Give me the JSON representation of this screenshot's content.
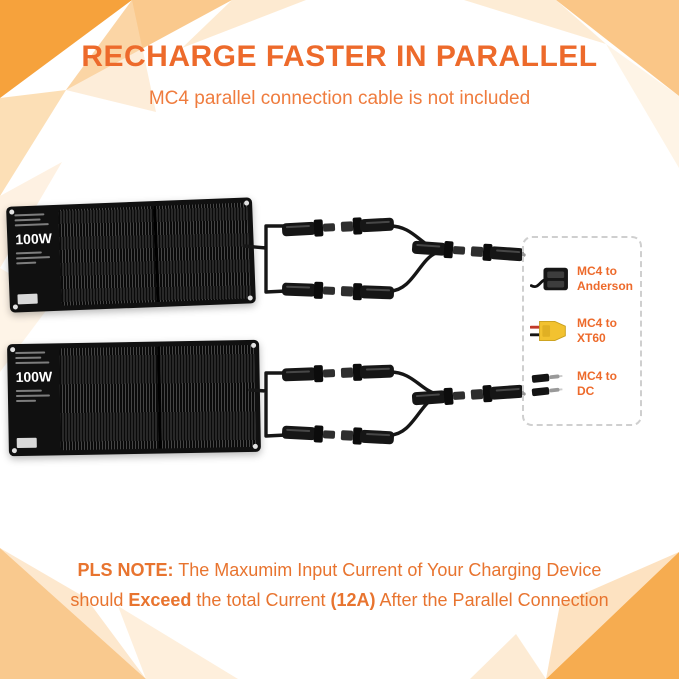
{
  "header": {
    "title": "RECHARGE FASTER IN PARALLEL",
    "subtitle": "MC4 parallel connection cable is not included"
  },
  "panels": [
    {
      "wattage": "100W"
    },
    {
      "wattage": "100W"
    }
  ],
  "adapters": {
    "items": [
      {
        "label": "MC4 to Anderson"
      },
      {
        "label": "MC4 to XT60"
      },
      {
        "label": "MC4 to DC"
      }
    ]
  },
  "note": {
    "label": "PLS NOTE:",
    "line1_rest": " The Maxumim Input Current of Your Charging Device",
    "line2_start": "should ",
    "bold_exceed": "Exceed",
    "line2_mid": " the total Current ",
    "bold_current": "(12A)",
    "line2_end": " After the Parallel Connection"
  },
  "icons": {
    "solar-panel": "black folded 100W solar panel",
    "mc4-connector-pair": "black MC4 male-female cable connectors",
    "anderson-connector": "black Anderson plug with pigtail",
    "xt60-connector": "yellow XT60 plug with red-black wires",
    "dc-plug": "two black DC barrel plugs"
  },
  "colors": {
    "accent": "#ED6A2B",
    "subtitle": "#EF7C3E",
    "note": "#E8742F",
    "xt60": "#F2C230",
    "panel": "#101010",
    "cable": "#161616",
    "box-border": "#CFCFCF"
  }
}
